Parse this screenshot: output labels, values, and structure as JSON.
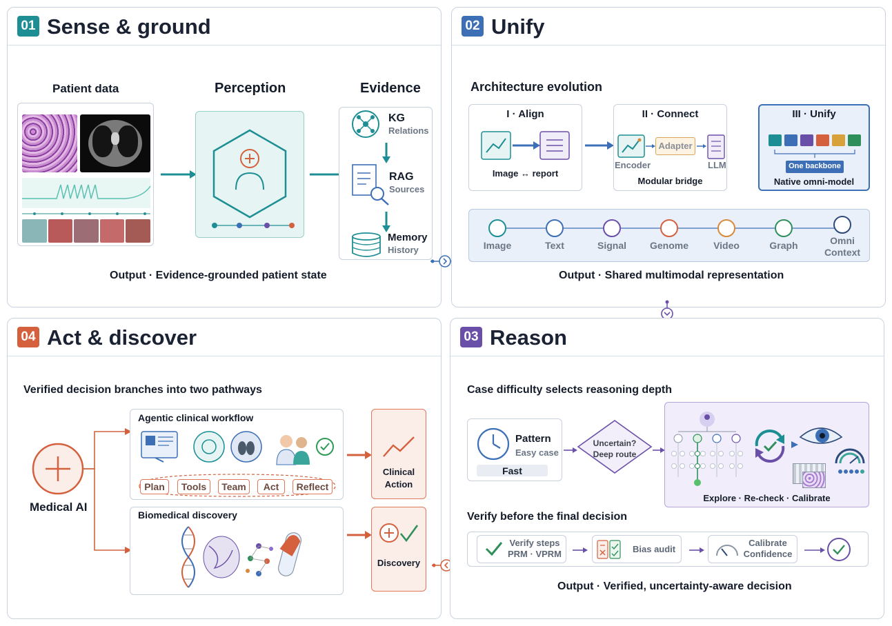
{
  "colors": {
    "teal": "#1d8e94",
    "blue": "#3d6fb6",
    "purple": "#6a4fa8",
    "orange": "#d4603e",
    "panel_border": "#c9d3df"
  },
  "panel1": {
    "badge": "01",
    "title": "Sense & ground",
    "patient_data_label": "Patient data",
    "perception_label": "Perception",
    "evidence_label": "Evidence",
    "evidence_items": [
      {
        "title": "KG",
        "subtitle": "Relations",
        "icon": "network-icon"
      },
      {
        "title": "RAG",
        "subtitle": "Sources",
        "icon": "document-search-icon"
      },
      {
        "title": "Memory",
        "subtitle": "History",
        "icon": "database-icon"
      }
    ],
    "output": "Output · Evidence-grounded patient state"
  },
  "panel2": {
    "badge": "02",
    "title": "Unify",
    "section_label": "Architecture evolution",
    "stage1": {
      "title": "I · Align",
      "caption": "Image ↔ report"
    },
    "stage2": {
      "title": "II · Connect",
      "encoder": "Encoder",
      "adapter": "Adapter",
      "llm": "LLM",
      "caption": "Modular bridge"
    },
    "stage3": {
      "title": "III · Unify",
      "backbone": "One backbone",
      "caption": "Native omni-model"
    },
    "modalities": [
      "Image",
      "Text",
      "Signal",
      "Genome",
      "Video",
      "Graph",
      "Omni Context"
    ],
    "output": "Output · Shared multimodal representation"
  },
  "panel3": {
    "badge": "03",
    "title": "Reason",
    "difficulty_label": "Case difficulty selects reasoning depth",
    "pattern_title": "Pattern",
    "pattern_sub": "Easy case",
    "fast_label": "Fast",
    "decision_line1": "Uncertain?",
    "decision_line2": "Deep route",
    "deep_caption": "Explore · Re-check · Calibrate",
    "verify_label": "Verify before the final decision",
    "verify_steps_title": "Verify steps",
    "verify_steps_sub": "PRM · VPRM",
    "bias_audit": "Bias audit",
    "calibrate_title": "Calibrate",
    "calibrate_sub": "Confidence",
    "output": "Output · Verified, uncertainty-aware decision"
  },
  "panel4": {
    "badge": "04",
    "title": "Act & discover",
    "branches_label": "Verified decision branches into two pathways",
    "medical_ai": "Medical AI",
    "workflow_title": "Agentic clinical workflow",
    "workflow_steps": [
      "Plan",
      "Tools",
      "Team",
      "Act",
      "Reflect"
    ],
    "discovery_title": "Biomedical discovery",
    "clinical_action": "Clinical Action",
    "discovery": "Discovery"
  }
}
